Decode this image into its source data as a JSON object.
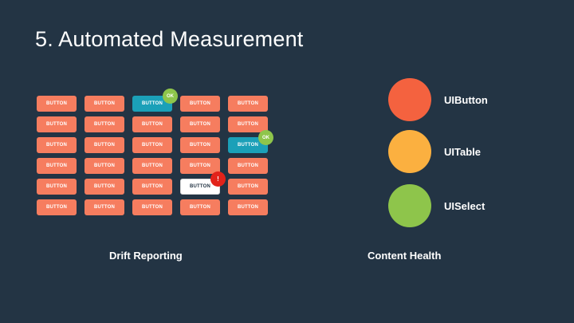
{
  "title": "5. Automated Measurement",
  "drift": {
    "label": "Drift Reporting",
    "rows": [
      [
        {
          "label": "BUTTON",
          "state": "normal"
        },
        {
          "label": "BUTTON",
          "state": "normal"
        },
        {
          "label": "BUTTON",
          "state": "ok",
          "badge": "OK"
        },
        {
          "label": "BUTTON",
          "state": "normal"
        },
        {
          "label": "BUTTON",
          "state": "normal"
        }
      ],
      [
        {
          "label": "BUTTON",
          "state": "normal"
        },
        {
          "label": "BUTTON",
          "state": "normal"
        },
        {
          "label": "BUTTON",
          "state": "normal"
        },
        {
          "label": "BUTTON",
          "state": "normal"
        },
        {
          "label": "BUTTON",
          "state": "normal"
        }
      ],
      [
        {
          "label": "BUTTON",
          "state": "normal"
        },
        {
          "label": "BUTTON",
          "state": "normal"
        },
        {
          "label": "BUTTON",
          "state": "normal"
        },
        {
          "label": "BUTTON",
          "state": "normal"
        },
        {
          "label": "BUTTON",
          "state": "ok",
          "badge": "OK"
        }
      ],
      [
        {
          "label": "BUTTON",
          "state": "normal"
        },
        {
          "label": "BUTTON",
          "state": "normal"
        },
        {
          "label": "BUTTON",
          "state": "normal"
        },
        {
          "label": "BUTTON",
          "state": "normal"
        },
        {
          "label": "BUTTON",
          "state": "normal"
        }
      ],
      [
        {
          "label": "BUTTON",
          "state": "normal"
        },
        {
          "label": "BUTTON",
          "state": "normal"
        },
        {
          "label": "BUTTON",
          "state": "normal"
        },
        {
          "label": "BUTTON",
          "state": "error",
          "badge": "!"
        },
        {
          "label": "BUTTON",
          "state": "normal"
        }
      ],
      [
        {
          "label": "BUTTON",
          "state": "normal"
        },
        {
          "label": "BUTTON",
          "state": "normal"
        },
        {
          "label": "BUTTON",
          "state": "normal"
        },
        {
          "label": "BUTTON",
          "state": "normal"
        },
        {
          "label": "BUTTON",
          "state": "normal"
        }
      ]
    ]
  },
  "health": {
    "label": "Content Health",
    "items": [
      {
        "name": "UIButton",
        "color": "#f4623f"
      },
      {
        "name": "UITable",
        "color": "#fbb040"
      },
      {
        "name": "UISelect",
        "color": "#8ec54b"
      }
    ]
  }
}
